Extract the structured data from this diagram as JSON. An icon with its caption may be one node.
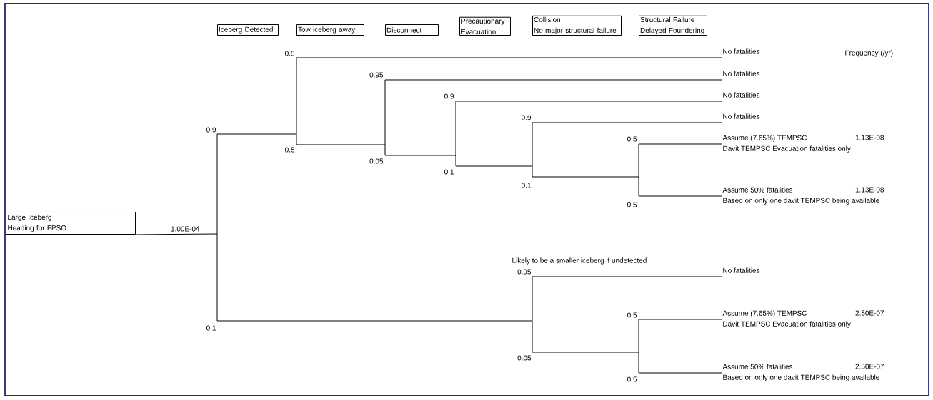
{
  "diagram": {
    "nodes": [
      {
        "text": [
          "Iceberg Detected"
        ]
      },
      {
        "text": [
          "Tow iceberg away"
        ]
      },
      {
        "text": [
          "Disconnect"
        ]
      },
      {
        "text": [
          "Precautionary Evacuation"
        ]
      },
      {
        "text": [
          "Collision",
          "No major structural failure"
        ]
      },
      {
        "text": [
          "Structural Failure",
          "Delayed Foundering"
        ]
      },
      {
        "text": [
          "Large Iceberg Heading for FPSO"
        ]
      },
      {
        "text": [
          "No fatalities"
        ]
      },
      {
        "text": [
          "No fatalities"
        ]
      },
      {
        "text": [
          "No fatalities"
        ]
      },
      {
        "text": [
          "No fatalities"
        ]
      },
      {
        "text": [
          "Assume (7.65%) TEMPSC",
          "Davit TEMPSC Evacuation fatalities only"
        ],
        "beside": [
          "1.13E-08"
        ]
      },
      {
        "text": [
          "Assume 50% fatalities",
          "Based on only one davit TEMPSC being available"
        ],
        "beside": [
          "1.13E-08"
        ]
      },
      {
        "text": [
          "No fatalities"
        ]
      },
      {
        "text": [
          "Assume (7.65%) TEMPSC",
          "Davit TEMPSC Evacuation fatalities only"
        ],
        "beside": [
          "2.50E-07"
        ]
      },
      {
        "text": [
          "Assume 50% fatalities",
          "Based on only one davit TEMPSC being available"
        ],
        "beside": [
          "2.50E-07"
        ]
      }
    ],
    "edges": [
      {
        "from": 6,
        "to": 7,
        "arrow": "none"
      },
      {
        "from": 6,
        "to": 8,
        "arrow": "none"
      },
      {
        "from": 6,
        "to": 9,
        "arrow": "none"
      },
      {
        "from": 6,
        "to": 10,
        "arrow": "none"
      },
      {
        "from": 6,
        "to": 11,
        "arrow": "none"
      },
      {
        "from": 6,
        "to": 12,
        "arrow": "none"
      },
      {
        "from": 6,
        "to": 13,
        "arrow": "none"
      },
      {
        "from": 6,
        "to": 14,
        "arrow": "none"
      },
      {
        "from": 6,
        "to": 15,
        "arrow": "none"
      }
    ],
    "labels": [
      "0.5",
      "Frequency (/yr)",
      "0.95",
      "0.9",
      "0.9",
      "0.9",
      "0.5",
      "0.5",
      "0.05",
      "0.1",
      "0.1",
      "0.5",
      "1.00E-04",
      "Likely to be a smaller iceberg if undetected",
      "0.95",
      "0.5",
      "0.1",
      "0.05",
      "0.5"
    ]
  }
}
